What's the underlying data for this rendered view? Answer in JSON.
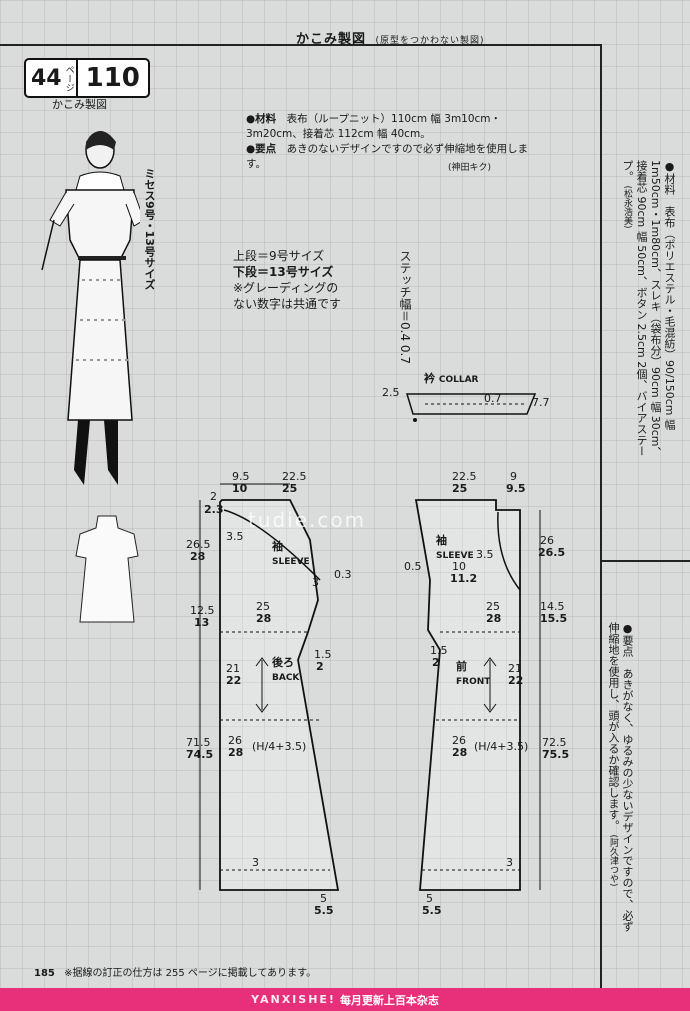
{
  "header": {
    "title": "かこみ製図",
    "subtitle": "(原型をつかわない製図)"
  },
  "badge": {
    "page_ref": "44",
    "unit": "ページ",
    "number": "110",
    "caption": "かこみ製図"
  },
  "model": {
    "size_label": "ミセス9号・13号サイズ"
  },
  "materials": {
    "label": "●材料",
    "text": "表布（ループニット）110cm 幅 3m10cm・3m20cm、接着芯 112cm 幅 40cm。",
    "point_label": "●要点",
    "point_text": "あきのないデザインですので必ず伸縮地を使用します。",
    "credit": "(神田キク)"
  },
  "size_note": {
    "upper": "上段＝9号サイズ",
    "lower": "下段＝13号サイズ",
    "note": "※グレーディングのない数字は共通です"
  },
  "stitch": "ステッチ幅＝0.4 0.7",
  "collar": {
    "jp": "衿",
    "en": "COLLAR",
    "d1": "2.5",
    "d2": "0.7",
    "d3": "7.7"
  },
  "back": {
    "jp": "後ろ",
    "en": "BACK",
    "sleeve_jp": "袖",
    "sleeve_en": "SLEEVE",
    "top_a": "9.5",
    "top_b": "10",
    "top_c": "22.5",
    "top_d": "25",
    "neck_a": "2",
    "neck_b": "2.3",
    "shoulder_a": "3.5",
    "arm_a": "26.5",
    "arm_b": "28",
    "sl_a": "3",
    "sl_b": "0.3",
    "chest_a": "12.5",
    "chest_b": "13",
    "w_a": "25",
    "w_b": "28",
    "side_a": "1.5",
    "side_b": "2",
    "mid_a": "21",
    "mid_b": "22",
    "hip_a": "26",
    "hip_b": "28",
    "hip_formula": "(H/4+3.5)",
    "len_a": "71.5",
    "len_b": "74.5",
    "hem_a": "3",
    "hem_b": "5",
    "hem_c": "5.5"
  },
  "front": {
    "jp": "前",
    "en": "FRONT",
    "sleeve_jp": "袖",
    "sleeve_en": "SLEEVE",
    "top_a": "22.5",
    "top_b": "25",
    "top_c": "9",
    "top_d": "9.5",
    "arm_a": "26",
    "arm_b": "26.5",
    "sl_a": "0.5",
    "sl_b": "10",
    "sl_c": "11.2",
    "sl_d": "3.5",
    "chest_a": "14.5",
    "chest_b": "15.5",
    "w_a": "25",
    "w_b": "28",
    "side_a": "1.5",
    "side_b": "2",
    "mid_a": "21",
    "mid_b": "22",
    "hip_a": "26",
    "hip_b": "28",
    "hip_formula": "(H/4+3.5)",
    "len_a": "72.5",
    "len_b": "75.5",
    "hem_a": "3",
    "hem_b": "5",
    "hem_c": "5.5"
  },
  "side_column": {
    "materials": "●材料　表布（ポリエステル・毛混紡）90/150cm 幅 1m50cm・1m80cm、スレキ（袋布分）90cm 幅 30cm、接着芯 90cm 幅 50cm、ボタン 2.5cm 2個、バイアステープ。",
    "credit1": "(松永浩美)",
    "point": "●要点　あきがなく、ゆるみの少ないデザインですので、必ず伸縮地を使用し、頭が入るか確認します。",
    "credit2": "(阿久津つや)"
  },
  "footer": {
    "page": "185",
    "note": "※据線の訂正の仕方は 255 ページに掲載してあります。",
    "brand": "YANXISHE!",
    "slogan": "每月更新上百本杂志"
  },
  "watermark": "tudie.com",
  "colors": {
    "accent": "#e8307a",
    "paper": "#d9dcdb",
    "ink": "#1a1a1a"
  }
}
